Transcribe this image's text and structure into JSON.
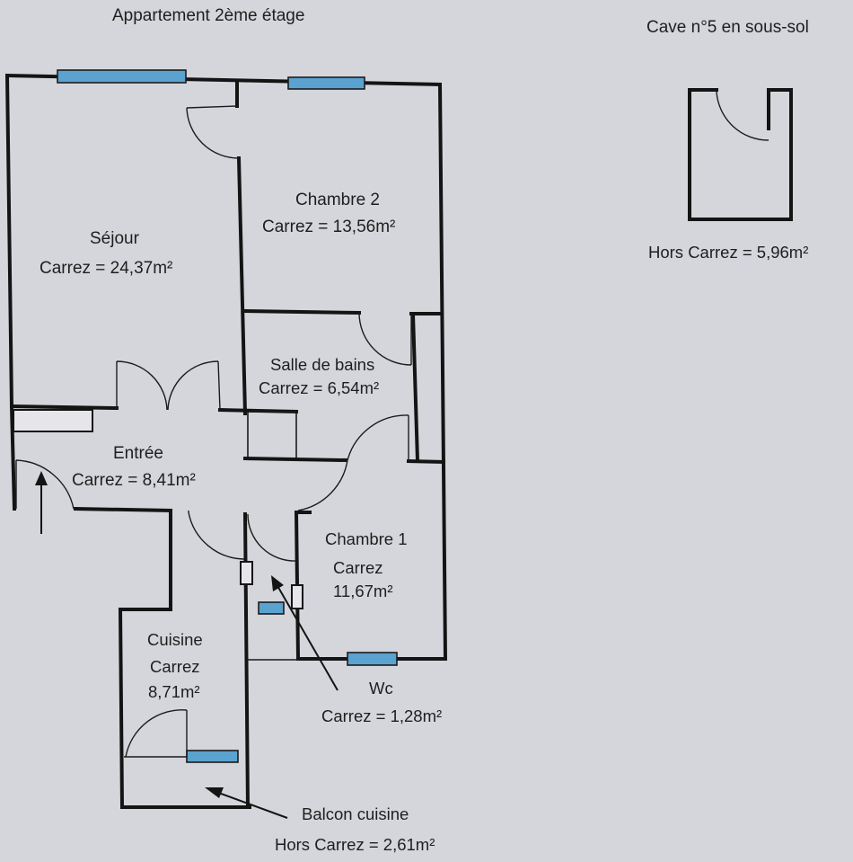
{
  "header": {
    "title_left": "Appartement 2ème étage",
    "title_right": "Cave n°5 en sous-sol"
  },
  "rooms": {
    "sejour": {
      "name": "Séjour",
      "area": "Carrez = 24,37m²"
    },
    "chambre2": {
      "name": "Chambre 2",
      "area": "Carrez = 13,56m²"
    },
    "salle_de_bains": {
      "name": "Salle de bains",
      "area": "Carrez = 6,54m²"
    },
    "entree": {
      "name": "Entrée",
      "area": "Carrez = 8,41m²"
    },
    "chambre1": {
      "name": "Chambre 1",
      "area_label": "Carrez",
      "area_value": "11,67m²"
    },
    "cuisine": {
      "name": "Cuisine",
      "area_label": "Carrez",
      "area_value": "8,71m²"
    },
    "wc": {
      "name": "Wc",
      "area": "Carrez = 1,28m²"
    },
    "balcon": {
      "name": "Balcon cuisine",
      "area": "Hors Carrez = 2,61m²"
    }
  },
  "cave": {
    "area": "Hors Carrez = 5,96m²"
  },
  "colors": {
    "background": "#d5d6dc",
    "walls": "#141414",
    "windows": "#5aa2cf"
  },
  "icons": {
    "entry": "entry-arrow-icon"
  }
}
